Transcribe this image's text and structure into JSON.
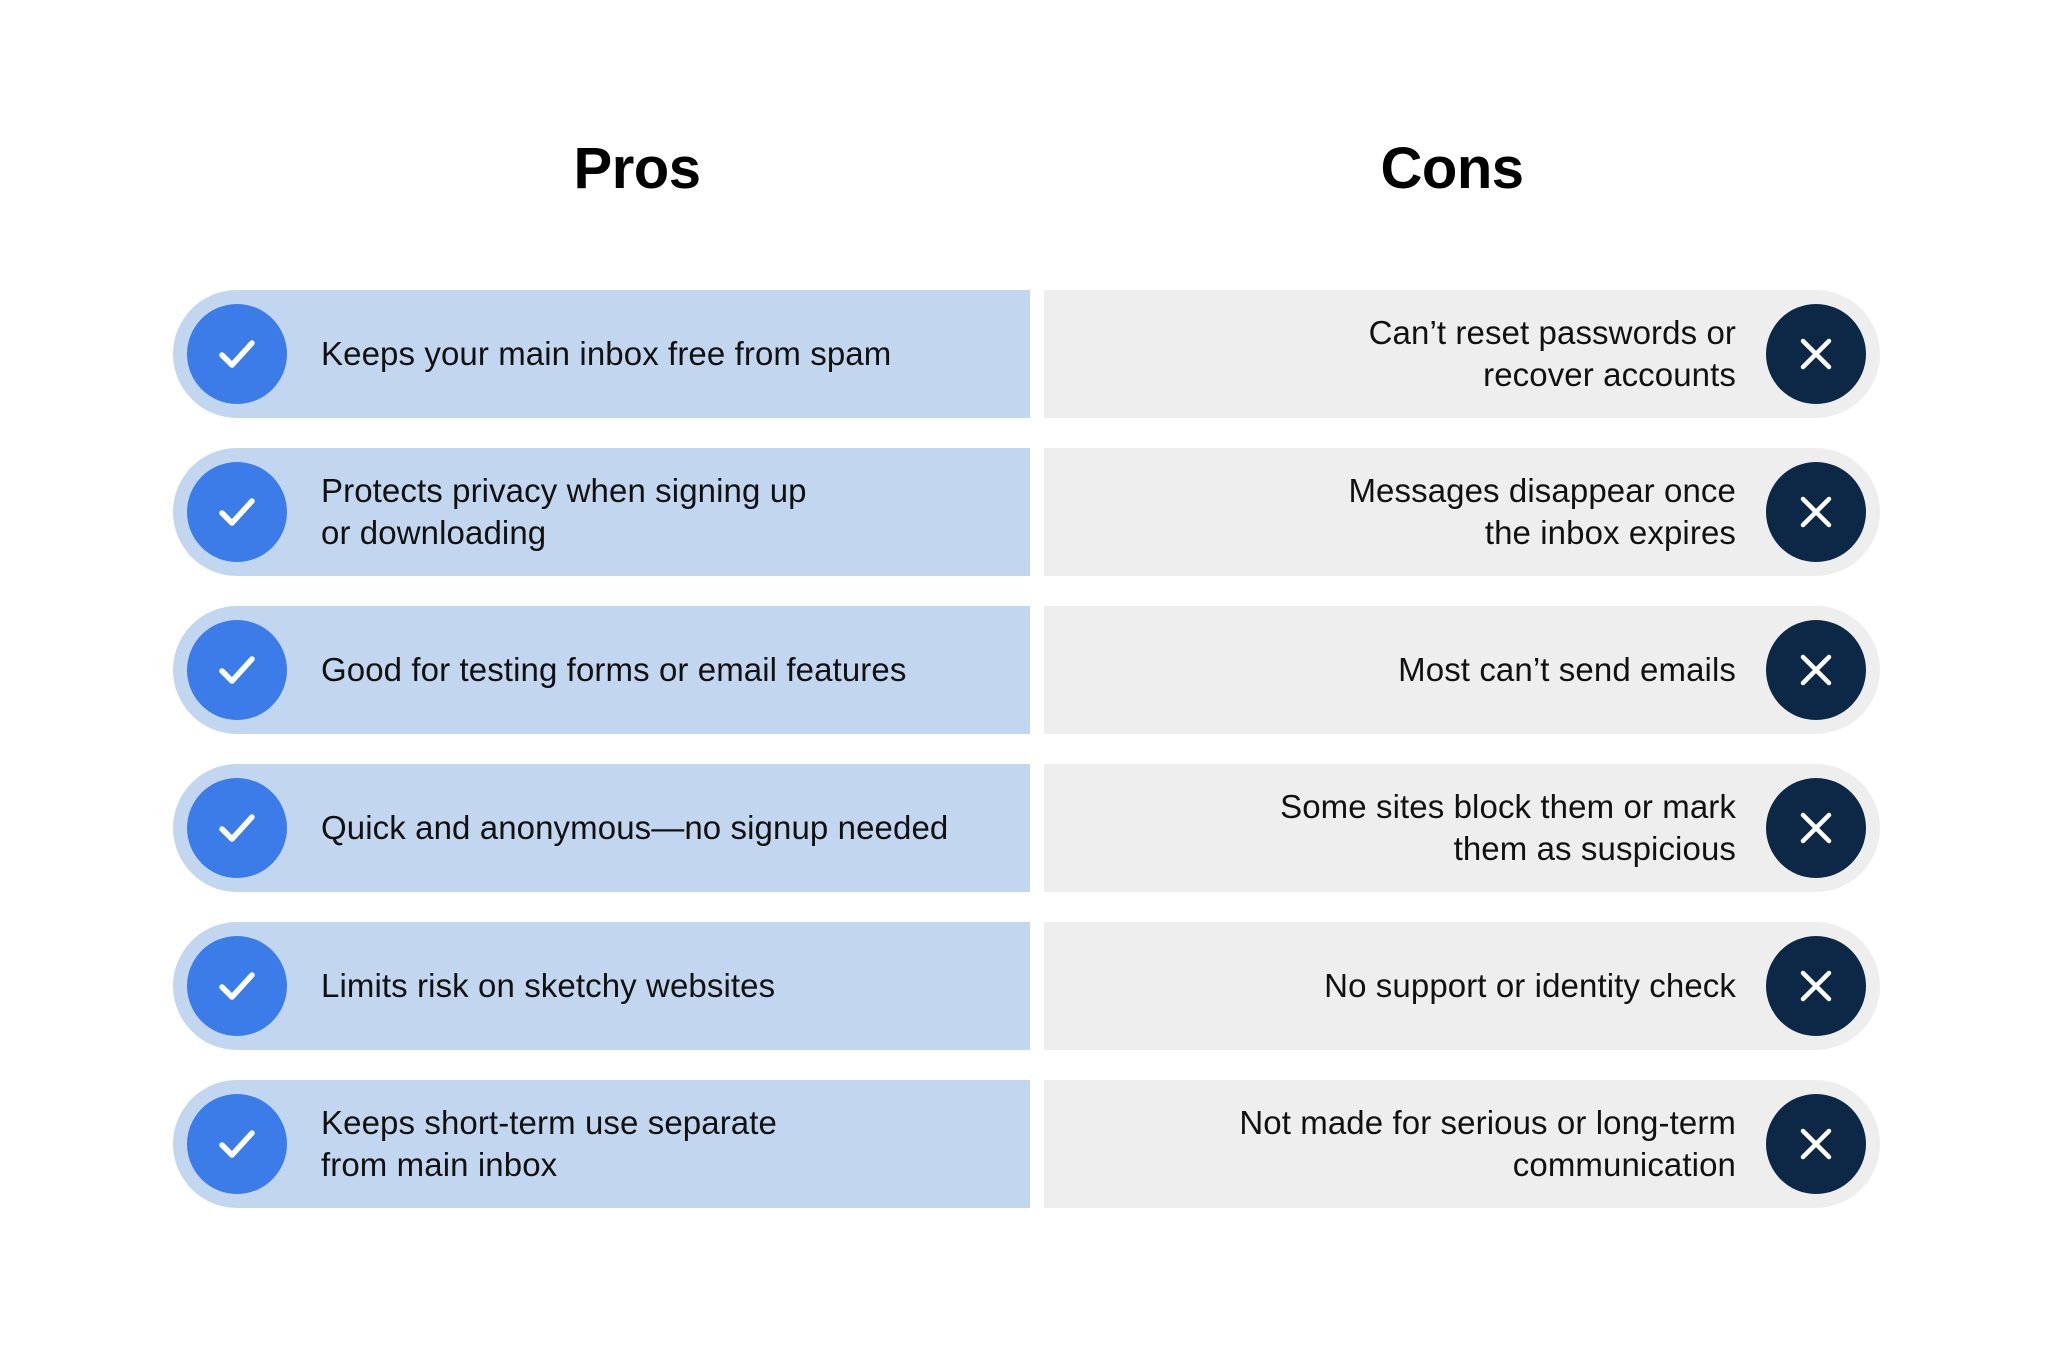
{
  "headings": {
    "pros": "Pros",
    "cons": "Cons"
  },
  "icons": {
    "pro": "check-icon",
    "con": "close-icon"
  },
  "colors": {
    "pros_pill": "#c3d6f0",
    "cons_pill": "#eeeeee",
    "check_circle": "#3b7ce8",
    "x_circle": "#0d2747",
    "text": "#111111",
    "heading": "#000000",
    "background": "#ffffff"
  },
  "rows": [
    {
      "pro": [
        "Keeps your main inbox free from spam"
      ],
      "con": [
        "Can’t reset passwords or",
        "recover accounts"
      ]
    },
    {
      "pro": [
        "Protects privacy when signing up",
        "or downloading"
      ],
      "con": [
        "Messages disappear once",
        "the inbox expires"
      ]
    },
    {
      "pro": [
        "Good for testing forms or email features"
      ],
      "con": [
        "Most can’t send emails"
      ]
    },
    {
      "pro": [
        "Quick and anonymous—no signup needed"
      ],
      "con": [
        "Some sites block them or mark",
        "them as suspicious"
      ]
    },
    {
      "pro": [
        "Limits risk on sketchy websites"
      ],
      "con": [
        "No support or identity check"
      ]
    },
    {
      "pro": [
        "Keeps short-term use separate",
        "from main inbox"
      ],
      "con": [
        "Not made for serious or long-term",
        "communication"
      ]
    }
  ]
}
